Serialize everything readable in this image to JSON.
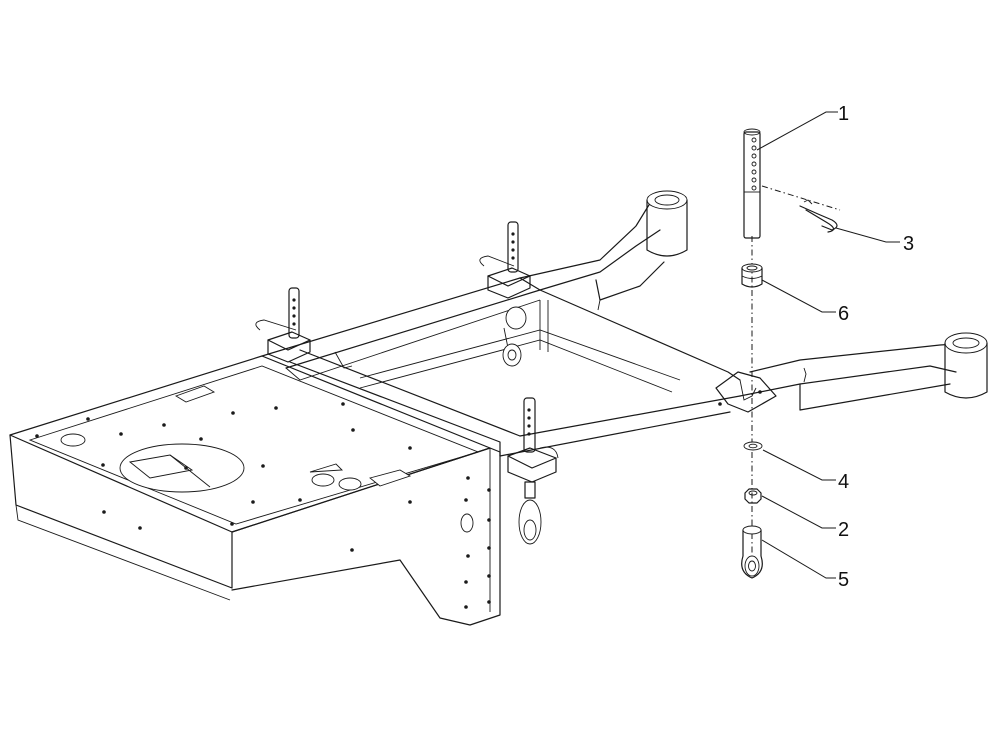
{
  "callouts": [
    {
      "label": "1"
    },
    {
      "label": "3"
    },
    {
      "label": "6"
    },
    {
      "label": "4"
    },
    {
      "label": "2"
    },
    {
      "label": "5"
    }
  ]
}
